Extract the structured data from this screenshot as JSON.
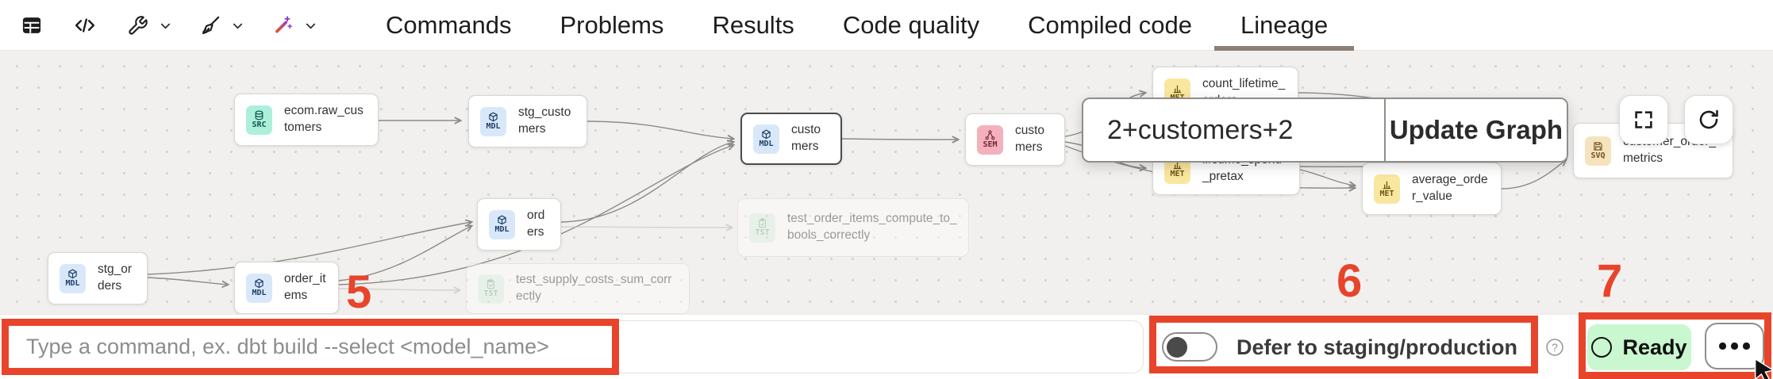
{
  "toolbar": {
    "icons": [
      "table-grid-icon",
      "code-icon",
      "wrench-icon",
      "broom-icon",
      "magic-wand-icon"
    ]
  },
  "tabs": {
    "items": [
      {
        "label": "Commands"
      },
      {
        "label": "Problems"
      },
      {
        "label": "Results"
      },
      {
        "label": "Code quality"
      },
      {
        "label": "Compiled code"
      },
      {
        "label": "Lineage"
      }
    ],
    "active": "Lineage"
  },
  "canvas": {
    "selector": {
      "query": "2+customers+2",
      "update_button": "Update Graph"
    },
    "nodes": [
      {
        "badge": "SRC",
        "label": "ecom.raw_customers",
        "state": "normal"
      },
      {
        "badge": "MDL",
        "label": "stg_customers",
        "state": "normal"
      },
      {
        "badge": "MDL",
        "label": "customers",
        "state": "selected"
      },
      {
        "badge": "SEM",
        "label": "customers",
        "state": "normal"
      },
      {
        "badge": "MET",
        "label": "count_lifetime_orders",
        "state": "normal"
      },
      {
        "badge": "MET",
        "label": "lifetime_spend_pretax",
        "state": "normal"
      },
      {
        "badge": "MET",
        "label": "average_order_value",
        "state": "normal"
      },
      {
        "badge": "SVQ",
        "label": "customer_order_metrics",
        "state": "normal"
      },
      {
        "badge": "MDL",
        "label": "orders",
        "state": "normal"
      },
      {
        "badge": "TST",
        "label": "test_order_items_compute_to_bools_correctly",
        "state": "dimmed"
      },
      {
        "badge": "MDL",
        "label": "stg_orders",
        "state": "normal"
      },
      {
        "badge": "MDL",
        "label": "order_items",
        "state": "normal"
      },
      {
        "badge": "TST",
        "label": "test_supply_costs_sum_correctly",
        "state": "dimmed"
      }
    ]
  },
  "bottombar": {
    "command_placeholder": "Type a command, ex. dbt build --select <model_name>",
    "defer_label": "Defer to staging/production",
    "ready_label": "Ready"
  },
  "annotations": {
    "five": "5",
    "six": "6",
    "seven": "7"
  },
  "colors": {
    "annotation_red": "#E8442C",
    "ready_green_bg": "#C9F7D0",
    "tab_underline": "#8C7F75",
    "src_badge": "#ACF0DC",
    "mdl_badge": "#D8E8FA",
    "sem_badge": "#F4B0BD",
    "met_badge": "#F9E7A0",
    "tst_badge": "#DFF3E4",
    "svq_badge": "#F5E2BF",
    "canvas_bg": "#F1F0EE"
  }
}
